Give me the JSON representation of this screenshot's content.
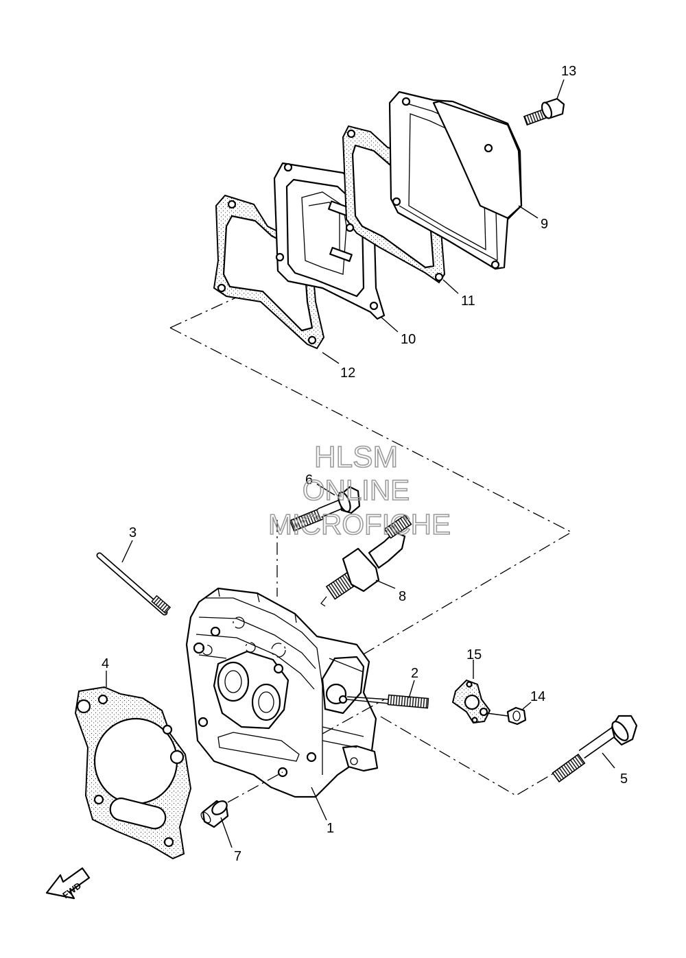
{
  "watermark": {
    "line1": "HLSM",
    "line2": "ONLINE",
    "line3": "MICROFICHE"
  },
  "fwd_marker": "FWD",
  "callouts": [
    {
      "id": "1",
      "label": "1"
    },
    {
      "id": "2",
      "label": "2"
    },
    {
      "id": "3",
      "label": "3"
    },
    {
      "id": "4",
      "label": "4"
    },
    {
      "id": "5",
      "label": "5"
    },
    {
      "id": "6",
      "label": "6"
    },
    {
      "id": "7",
      "label": "7"
    },
    {
      "id": "8",
      "label": "8"
    },
    {
      "id": "9",
      "label": "9"
    },
    {
      "id": "10",
      "label": "10"
    },
    {
      "id": "11",
      "label": "11"
    },
    {
      "id": "12",
      "label": "12"
    },
    {
      "id": "13",
      "label": "13"
    },
    {
      "id": "14",
      "label": "14"
    },
    {
      "id": "15",
      "label": "15"
    }
  ]
}
